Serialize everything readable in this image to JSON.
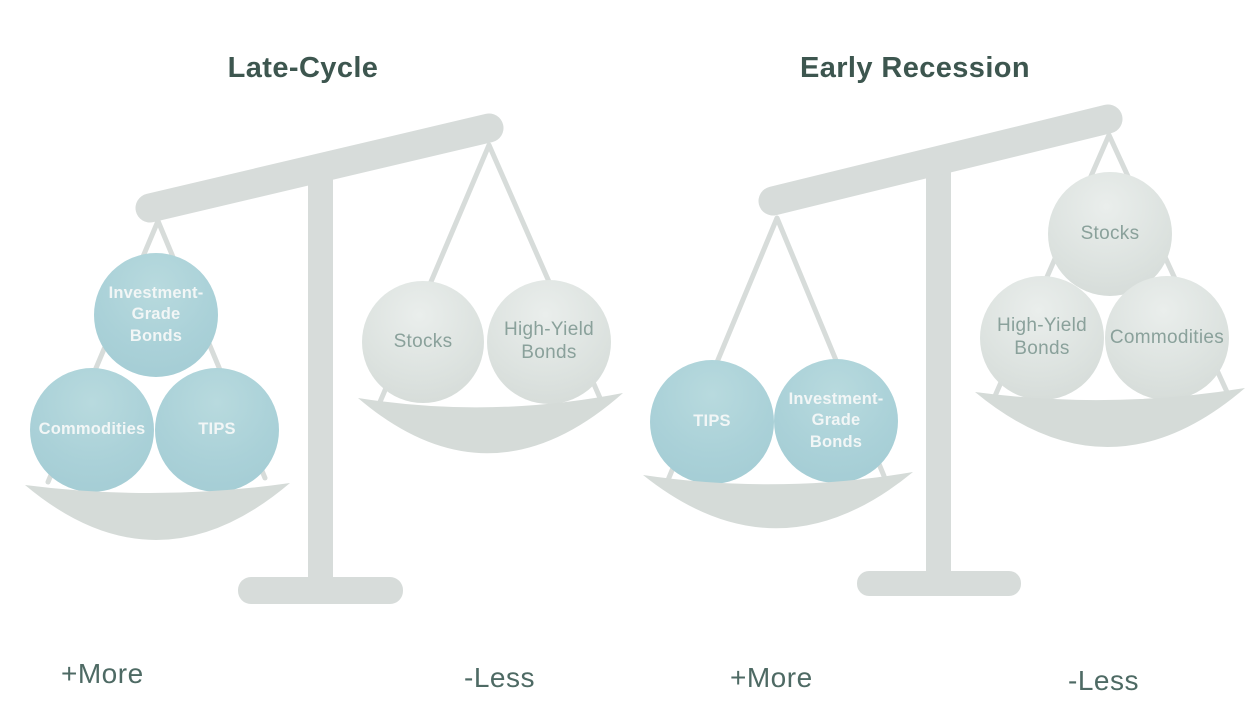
{
  "diagram_type": "balance-scale-infographic",
  "colors": {
    "title_text": "#3d564f",
    "teal_ball_fill": "#a9d0d7",
    "teal_ball_text": "#f2f6f6",
    "gray_ball_fill": "#dde2e0",
    "gray_ball_text": "#8aa19b",
    "hardware_gray": "#d7dcda",
    "weight_label_text": "#4e6a64"
  },
  "scales": [
    {
      "title": "Late-Cycle",
      "heavy_pan": {
        "position": "left",
        "weight_label": "+More",
        "balls": [
          "Investment-\nGrade\nBonds",
          "Commodities",
          "TIPS"
        ]
      },
      "light_pan": {
        "position": "right",
        "weight_label": "-Less",
        "balls": [
          "Stocks",
          "High-Yield\nBonds"
        ]
      }
    },
    {
      "title": "Early Recession",
      "heavy_pan": {
        "position": "left",
        "weight_label": "+More",
        "balls": [
          "TIPS",
          "Investment-\nGrade\nBonds"
        ]
      },
      "light_pan": {
        "position": "right",
        "weight_label": "-Less",
        "balls": [
          "Stocks",
          "High-Yield\nBonds",
          "Commodities"
        ]
      }
    }
  ]
}
